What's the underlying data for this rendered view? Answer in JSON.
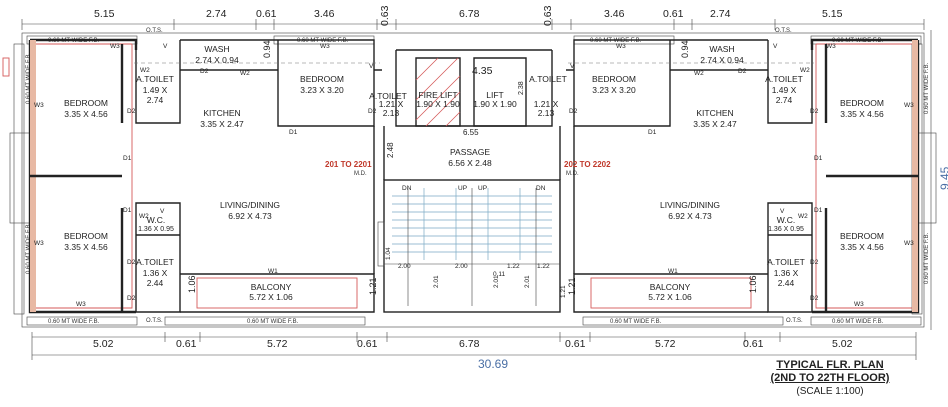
{
  "top_dims": [
    "5.15",
    "2.74",
    "0.61",
    "3.46",
    "0.63",
    "6.78",
    "0.63",
    "3.46",
    "0.61",
    "2.74",
    "5.15"
  ],
  "bottom_dims": [
    "5.02",
    "0.61",
    "5.72",
    "0.61",
    "6.78",
    "0.61",
    "5.72",
    "0.61",
    "5.02"
  ],
  "overall_width": "30.69",
  "overall_height": "9.45",
  "rooms": {
    "left": {
      "bedroom_top": {
        "name": "BEDROOM",
        "size": "3.35 X 4.56"
      },
      "bedroom_bottom": {
        "name": "BEDROOM",
        "size": "3.35 X 4.56"
      },
      "wash": {
        "name": "WASH",
        "size": "2.74 X 0.94"
      },
      "bedroom_mid": {
        "name": "BEDROOM",
        "size": "3.23 X 3.20"
      },
      "toilet_top": {
        "name": "A.TOILET",
        "size": "1.49 X",
        "size2": "2.74"
      },
      "toilet_mid": {
        "name": "A.TOILET",
        "size": "1.21 X",
        "size2": "2.13"
      },
      "kitchen": {
        "name": "KITCHEN",
        "size": "3.35 X 2.47"
      },
      "living": {
        "name": "LIVING/DINING",
        "size": "6.92 X 4.73"
      },
      "wc": {
        "name": "W.C.",
        "size": "1.36 X 0.95"
      },
      "toilet_bottom": {
        "name": "A.TOILET",
        "size": "1.36 X",
        "size2": "2.44"
      },
      "balcony": {
        "name": "BALCONY",
        "size": "5.72 X 1.06"
      },
      "unit": "201 TO 2201",
      "unit_sub": "M.D."
    },
    "right": {
      "bedroom_top": {
        "name": "BEDROOM",
        "size": "3.35 X 4.56"
      },
      "bedroom_bottom": {
        "name": "BEDROOM",
        "size": "3.35 X 4.56"
      },
      "wash": {
        "name": "WASH",
        "size": "2.74 X 0.94"
      },
      "bedroom_mid": {
        "name": "BEDROOM",
        "size": "3.23 X 3.20"
      },
      "toilet_top": {
        "name": "A.TOILET",
        "size": "1.49 X",
        "size2": "2.74"
      },
      "toilet_mid": {
        "name": "A.TOILET",
        "size": "1.21 X",
        "size2": "2.13"
      },
      "kitchen": {
        "name": "KITCHEN",
        "size": "3.35 X 2.47"
      },
      "living": {
        "name": "LIVING/DINING",
        "size": "6.92 X 4.73"
      },
      "wc": {
        "name": "W.C.",
        "size": "1.36 X 0.95"
      },
      "toilet_bottom": {
        "name": "A.TOILET",
        "size": "1.36 X",
        "size2": "2.44"
      },
      "balcony": {
        "name": "BALCONY",
        "size": "5.72 X 1.06"
      },
      "unit": "202 TO 2202",
      "unit_sub": "M.D."
    },
    "core": {
      "fire_lift": {
        "name": "FIRE LIFT",
        "size": "1.90 X 1.90"
      },
      "lift": {
        "name": "LIFT",
        "size": "1.90 X 1.90"
      },
      "passage": {
        "name": "PASSAGE",
        "size": "6.56 X 2.48"
      }
    }
  },
  "core_dims": {
    "lift_width": "4.35",
    "passage_width": "6.55",
    "passage_depth": "2.48",
    "stair_a": "2.00",
    "stair_b": "2.00",
    "stair_c": "1.22",
    "stair_d": "1.22",
    "stair_e": "0.11",
    "stair_h1": "2.01",
    "stair_h2": "2.01",
    "stair_h3": "2.01",
    "lift_gap": "2.38",
    "side_left": "1.04",
    "side_right": "1.21"
  },
  "stair_labels": [
    "DN",
    "UP",
    "UP",
    "DN"
  ],
  "fb_label": "0.60 MT WIDE F.B.",
  "ots": "O.T.S.",
  "door_labels": {
    "d1": "D1",
    "d2": "D2",
    "w1": "W1",
    "w2": "W2",
    "w3": "W3",
    "v": "V"
  },
  "side_dims": {
    "balcony_h": "1.06",
    "balcony_gap": "1.21"
  },
  "title": {
    "line1": "TYPICAL FLR. PLAN",
    "line2": "(2ND TO 22TH FLOOR)",
    "line3": "(SCALE 1:100)"
  }
}
